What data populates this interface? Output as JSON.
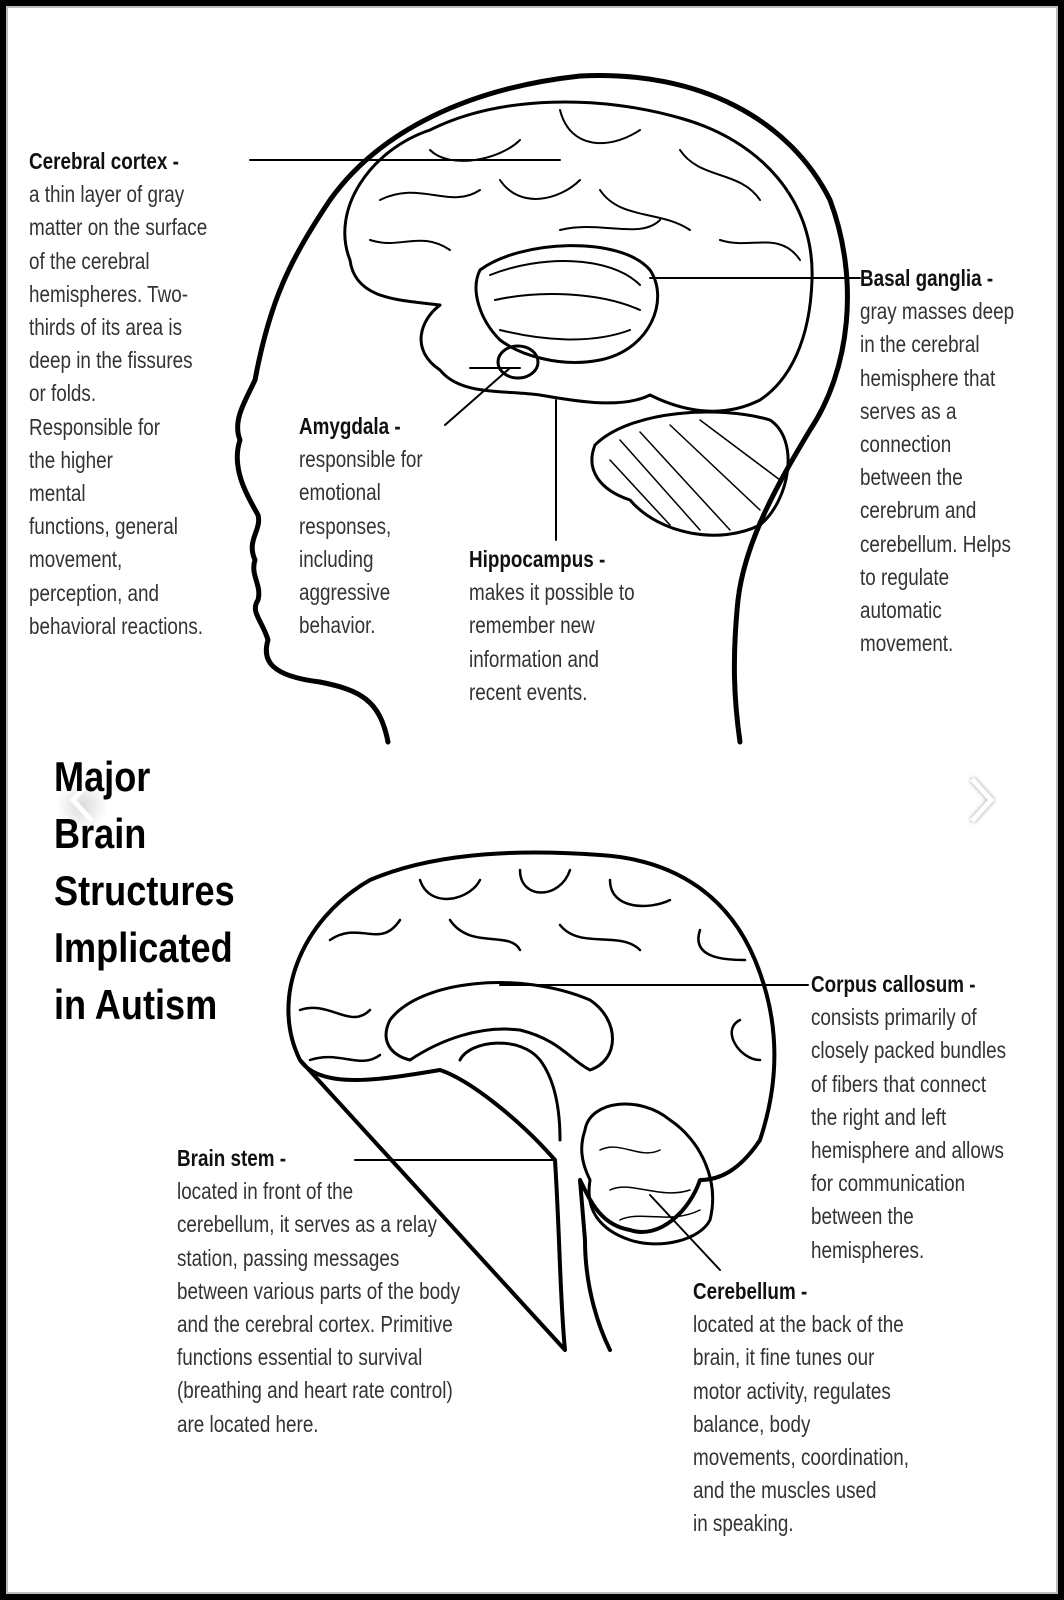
{
  "title_lines": [
    "Major",
    "Brain",
    "Structures",
    "Implicated",
    "in Autism"
  ],
  "labels": {
    "cerebral_cortex": {
      "title": "Cerebral cortex -",
      "lines": [
        "a thin layer of gray",
        "matter on the surface",
        "of the cerebral",
        "hemispheres. Two-",
        "thirds of its area is",
        "deep in the fissures",
        "or folds.",
        "Responsible for",
        "the higher",
        "mental",
        "functions, general",
        "movement,",
        "perception, and",
        "behavioral reactions."
      ]
    },
    "amygdala": {
      "title": "Amygdala -",
      "lines": [
        "responsible for",
        "emotional",
        "responses,",
        "including",
        "aggressive",
        "behavior."
      ]
    },
    "hippocampus": {
      "title": "Hippocampus -",
      "lines": [
        "makes it possible to",
        "remember new",
        "information and",
        "recent events."
      ]
    },
    "basal_ganglia": {
      "title": "Basal ganglia -",
      "lines": [
        "gray masses deep",
        "in the cerebral",
        "hemisphere that",
        "serves as a",
        "connection",
        "between the",
        "cerebrum and",
        "cerebellum. Helps",
        "to regulate",
        "automatic",
        "movement."
      ]
    },
    "corpus_callosum": {
      "title": "Corpus callosum -",
      "lines": [
        "consists primarily of",
        "closely packed bundles",
        "of fibers that connect",
        "the right and left",
        "hemisphere and allows",
        "for communication",
        "between the",
        "hemispheres."
      ]
    },
    "brain_stem": {
      "title": "Brain stem -",
      "lines": [
        "located in front of the",
        "cerebellum, it serves as a relay",
        "station, passing messages",
        "between various parts of the body",
        "and the cerebral cortex. Primitive",
        "functions essential to survival",
        "(breathing and heart rate control)",
        "are located here."
      ]
    },
    "cerebellum": {
      "title": "Cerebellum -",
      "lines": [
        "located at the back of the",
        "brain, it fine tunes our",
        "motor activity, regulates",
        "balance, body",
        "movements, coordination,",
        "and the muscles used",
        "in speaking."
      ]
    }
  },
  "nav": {
    "prev": "chevron-left",
    "next": "chevron-right"
  }
}
